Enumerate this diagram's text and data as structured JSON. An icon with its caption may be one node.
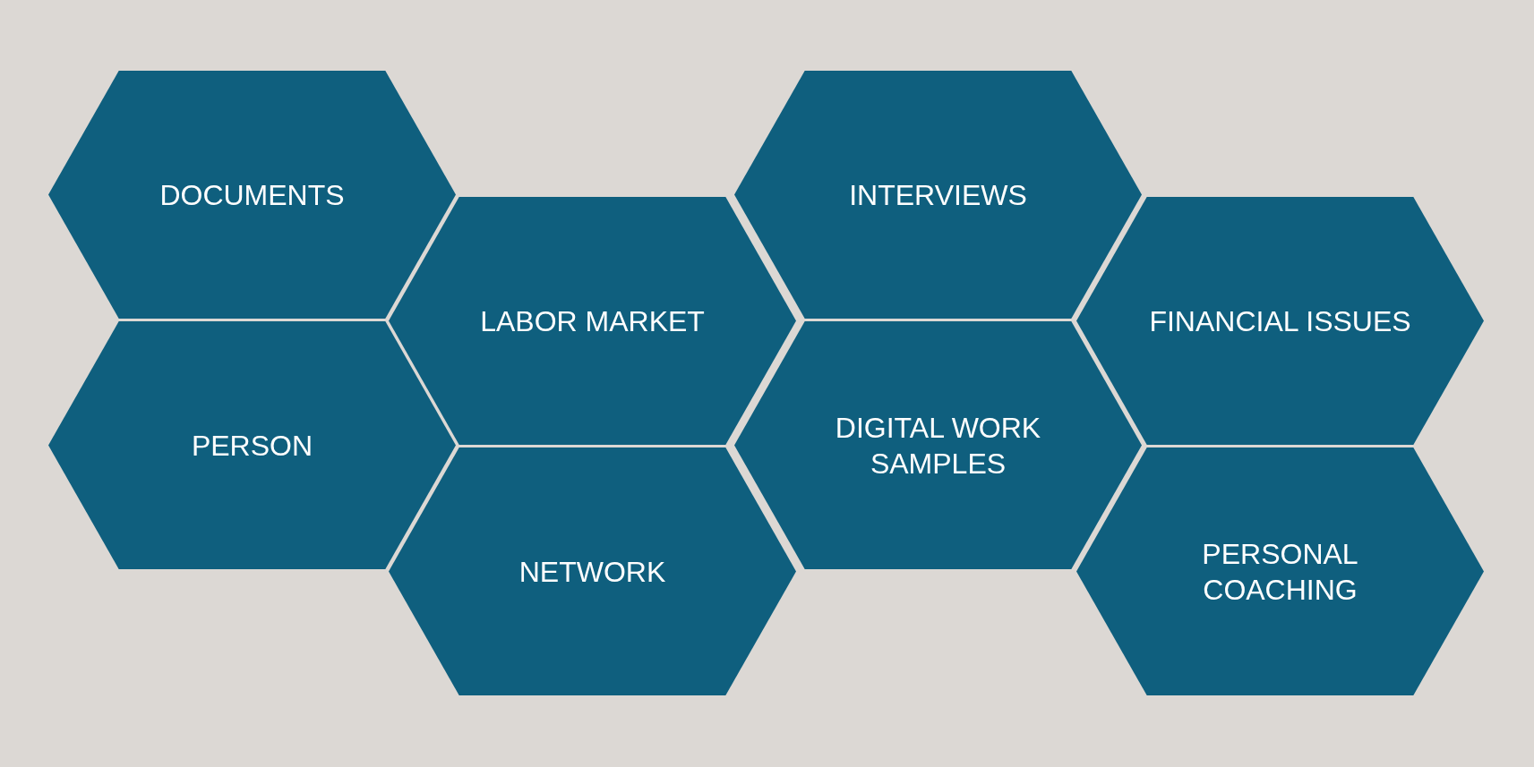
{
  "diagram": {
    "nodes": [
      {
        "text": [
          "DOCUMENTS"
        ]
      },
      {
        "text": [
          "INTERVIEWS"
        ]
      },
      {
        "text": [
          "LABOR MARKET"
        ]
      },
      {
        "text": [
          "FINANCIAL ISSUES"
        ]
      },
      {
        "text": [
          "PERSON"
        ]
      },
      {
        "text": [
          "DIGITAL WORK SAMPLES"
        ]
      },
      {
        "text": [
          "NETWORK"
        ]
      },
      {
        "text": [
          "PERSONAL COACHING"
        ]
      }
    ]
  }
}
